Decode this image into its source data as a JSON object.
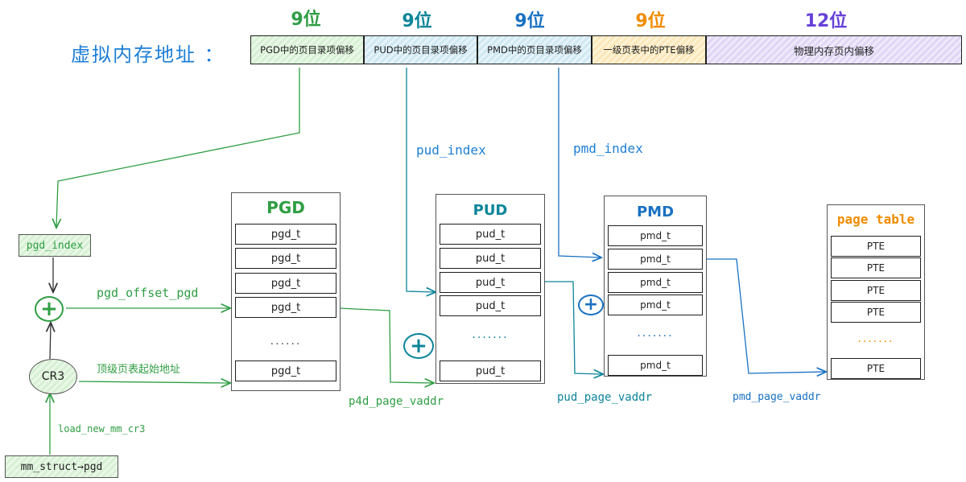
{
  "header": {
    "label": "虚拟内存地址 ：",
    "fields": [
      {
        "bits": "9位",
        "text": "PGD中的页目录项偏移",
        "color": "#2f9e44"
      },
      {
        "bits": "9位",
        "text": "PUD中的页目录项偏移",
        "color": "#0c8599"
      },
      {
        "bits": "9位",
        "text": "PMD中的页目录项偏移",
        "color": "#1971c2"
      },
      {
        "bits": "9位",
        "text": "一级页表中的PTE偏移",
        "color": "#f08c00"
      },
      {
        "bits": "12位",
        "text": "物理内存页内偏移",
        "color": "#6741d9"
      }
    ]
  },
  "tables": {
    "pgd": {
      "title": "PGD",
      "entries": [
        "pgd_t",
        "pgd_t",
        "pgd_t",
        "pgd_t"
      ],
      "dots": "......",
      "last": "pgd_t"
    },
    "pud": {
      "title": "PUD",
      "entries": [
        "pud_t",
        "pud_t",
        "pud_t",
        "pud_t"
      ],
      "dots": ".......",
      "last": "pud_t"
    },
    "pmd": {
      "title": "PMD",
      "entries": [
        "pmd_t",
        "pmd_t",
        "pmd_t",
        "pmd_t"
      ],
      "dots": ".......",
      "last": "pmd_t"
    },
    "pte": {
      "title": "page table",
      "entries": [
        "PTE",
        "PTE",
        "PTE",
        "PTE"
      ],
      "dots": ".......",
      "last": "PTE"
    }
  },
  "labels": {
    "pud_index": "pud_index",
    "pmd_index": "pmd_index",
    "pgd_index": "pgd_index",
    "pgd_offset_pgd": "pgd_offset_pgd",
    "top_level_base": "顶级页表起始地址",
    "cr3": "CR3",
    "load_new_mm_cr3": "load_new_mm_cr3",
    "mm_struct_pgd": "mm_struct→pgd",
    "p4d_page_vaddr": "p4d_page_vaddr",
    "pud_page_vaddr": "pud_page_vaddr",
    "pmd_page_vaddr": "pmd_page_vaddr",
    "plus": "+"
  },
  "colors": {
    "green": "#2f9e44",
    "teal": "#0c8599",
    "blue": "#1971c2",
    "orange": "#f08c00",
    "purple": "#6741d9",
    "label_blue": "#1c7ed6"
  }
}
